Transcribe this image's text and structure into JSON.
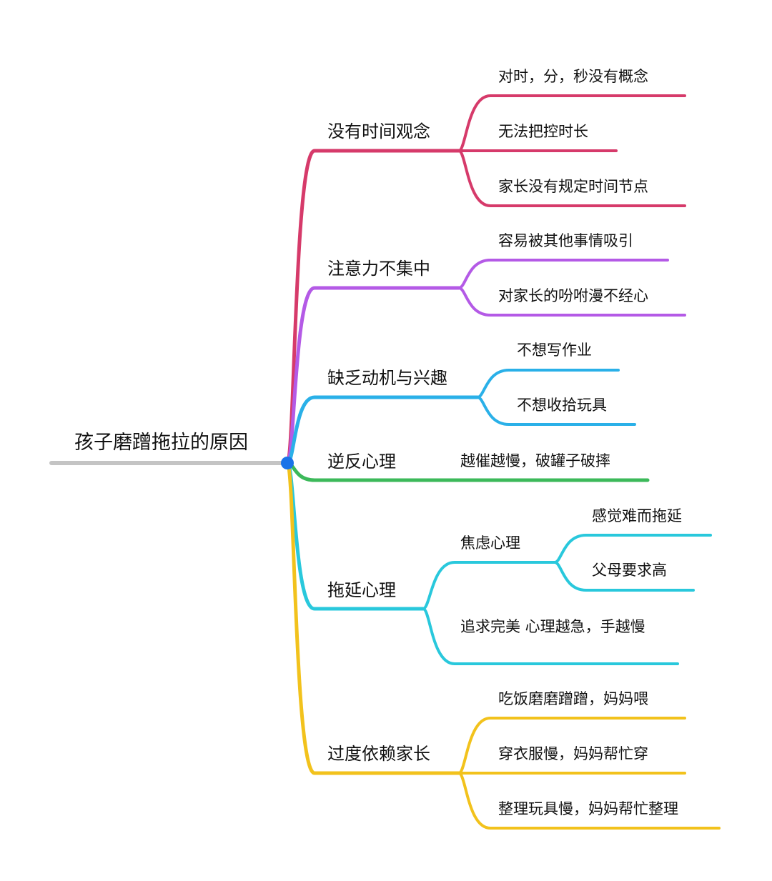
{
  "root": {
    "label": "孩子磨蹭拖拉的原因"
  },
  "colors": {
    "root_line": "#c4c4c4",
    "center_dot": "#1a73e8",
    "time": "#d63a6a",
    "attention": "#b45ae6",
    "motivation": "#2ab0e8",
    "rebellion": "#3cb95a",
    "procrastination": "#29c8dc",
    "dependence": "#f2c21c"
  },
  "branches": [
    {
      "label": "没有时间观念",
      "children": [
        {
          "label": "对时，分，秒没有概念"
        },
        {
          "label": "无法把控时长"
        },
        {
          "label": "家长没有规定时间节点"
        }
      ]
    },
    {
      "label": "注意力不集中",
      "children": [
        {
          "label": "容易被其他事情吸引"
        },
        {
          "label": "对家长的吩咐漫不经心"
        }
      ]
    },
    {
      "label": "缺乏动机与兴趣",
      "children": [
        {
          "label": "不想写作业"
        },
        {
          "label": "不想收拾玩具"
        }
      ]
    },
    {
      "label": "逆反心理",
      "children": [
        {
          "label": "越催越慢，破罐子破摔"
        }
      ]
    },
    {
      "label": "拖延心理",
      "children": [
        {
          "label": "焦虑心理",
          "children": [
            {
              "label": "感觉难而拖延"
            },
            {
              "label": "父母要求高"
            }
          ]
        },
        {
          "label": "追求完美   心理越急，手越慢"
        }
      ]
    },
    {
      "label": "过度依赖家长",
      "children": [
        {
          "label": "吃饭磨磨蹭蹭，妈妈喂"
        },
        {
          "label": "穿衣服慢，妈妈帮忙穿"
        },
        {
          "label": "整理玩具慢，妈妈帮忙整理"
        }
      ]
    }
  ]
}
